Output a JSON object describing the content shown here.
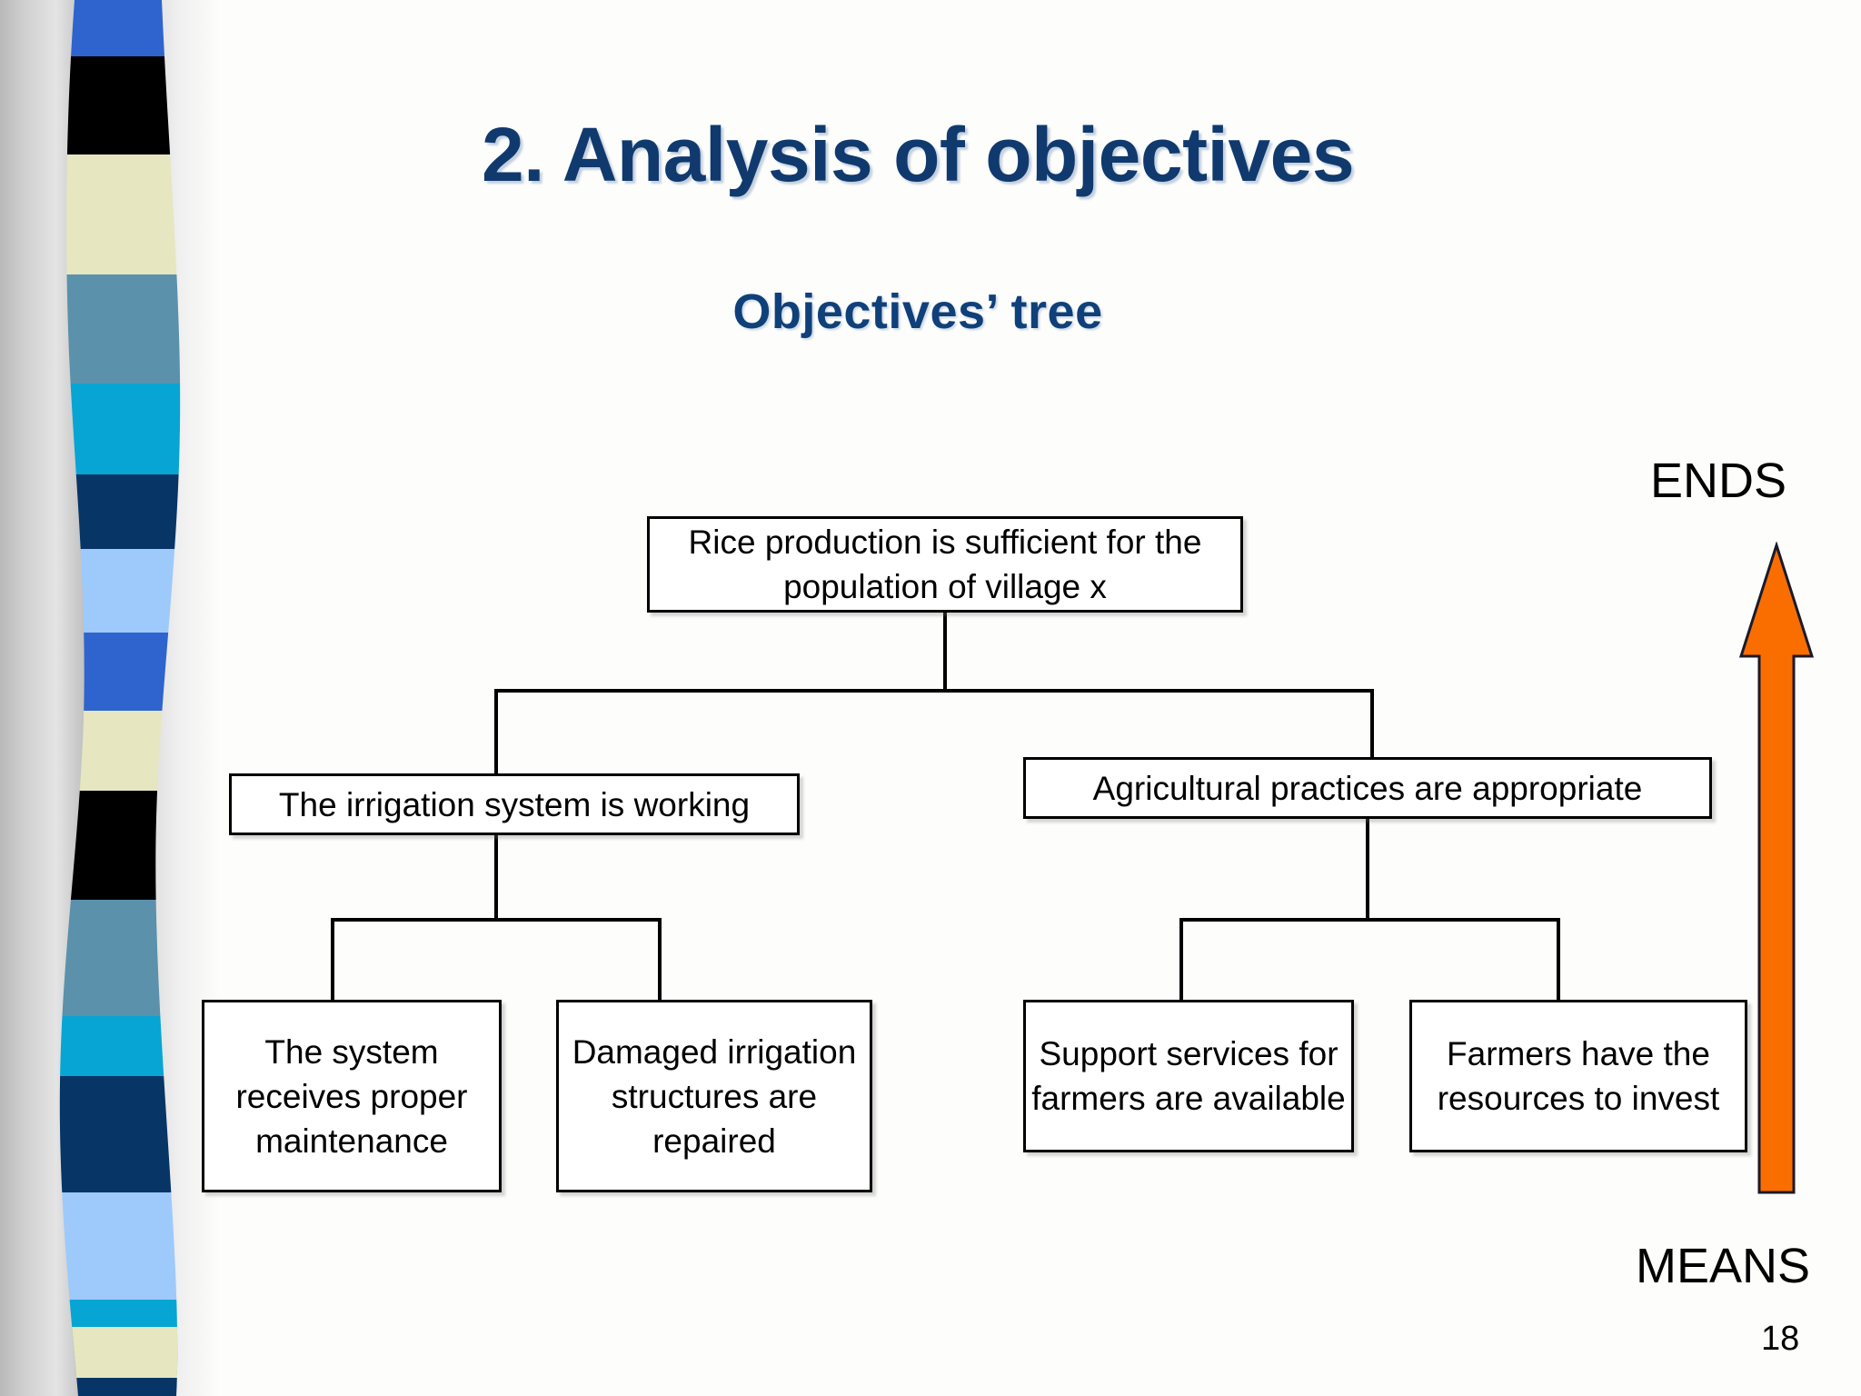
{
  "slide": {
    "title": "2. Analysis of objectives",
    "subtitle": "Objectives’ tree",
    "number": "18",
    "background_color": "#fdfefb",
    "title_color": "#103a6e"
  },
  "axis": {
    "top_label": "ENDS",
    "bottom_label": "MEANS",
    "arrow_color": "#fa6e00",
    "arrow_outline_color": "#1a1a2a",
    "arrow_direction": "up",
    "arrow_icon": "up-arrow-icon"
  },
  "tree": {
    "root": {
      "id": "root",
      "text": "Rice production is sufficient for the population of village x",
      "lines": [
        "Rice production is sufficient for the",
        "population of village x"
      ]
    },
    "level2": [
      {
        "id": "irrigation",
        "text": "The irrigation system is working",
        "lines": [
          "The irrigation system is working"
        ]
      },
      {
        "id": "agriculture",
        "text": "Agricultural practices are appropriate",
        "lines": [
          "Agricultural practices are appropriate"
        ]
      }
    ],
    "level3": [
      {
        "id": "maintenance",
        "parent": "irrigation",
        "text": "The system receives proper maintenance",
        "lines": [
          "The system",
          "receives",
          "proper",
          "maintenance"
        ]
      },
      {
        "id": "repairs",
        "parent": "irrigation",
        "text": "Damaged irrigation structures are repaired",
        "lines": [
          "Damaged",
          "irrigation",
          "structures",
          "are repaired"
        ]
      },
      {
        "id": "support",
        "parent": "agriculture",
        "text": "Support services for farmers are available",
        "lines": [
          "Support services",
          "for farmers",
          "are available"
        ]
      },
      {
        "id": "resources",
        "parent": "agriculture",
        "text": "Farmers have the resources to invest",
        "lines": [
          "Farmers have the",
          "resources to",
          "invest"
        ]
      }
    ]
  },
  "decoration": {
    "band_name": "wavy-color-stripe-band",
    "stripe_colors": [
      "#2f64cf",
      "#000000",
      "#e6e6c0",
      "#5b91ab",
      "#06a5d4",
      "#063566",
      "#9ec9fb",
      "#2f64cf",
      "#e6e6c0",
      "#000000",
      "#5b91ab",
      "#06a5d4",
      "#063566",
      "#9ec9fb",
      "#06a5d4",
      "#e6e6c0",
      "#063566"
    ]
  }
}
